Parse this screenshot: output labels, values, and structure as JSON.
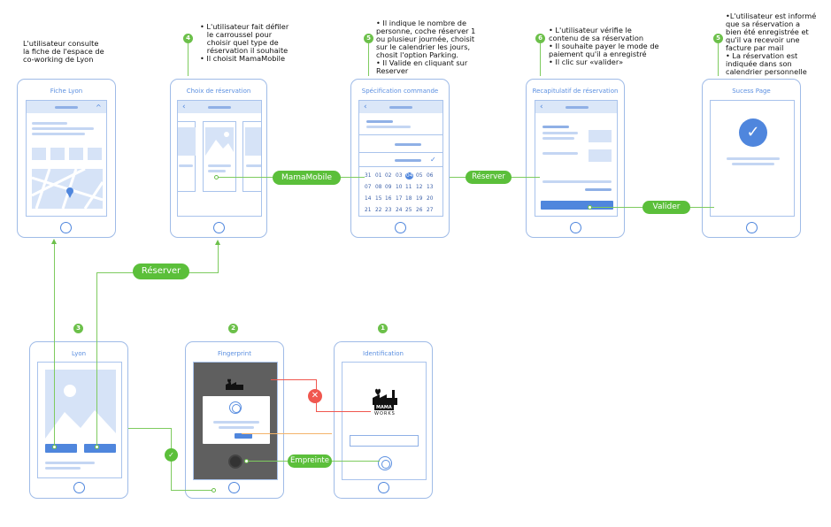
{
  "notes": {
    "n1": "L'utilisateur consulte\nla fiche de l'espace de\nco-working de Lyon",
    "n4": "• L'utilisateur fait défiler\n   le carroussel pour\n   choisir quel type de\n   réservation il souhaite\n• Il choisit MamaMobile",
    "n5a": "• Il indique le nombre de\npersonne, coche réserver 1\nou plusieur journée, choisit\nsur le calendrier les jours,\nchosit l'option Parking.\n• Il Valide en cliquant sur\nReserver",
    "n6": "• L'utilisateur vérifie le\ncontenu de sa réservation\n• Il souhaite payer le mode de\npaiement qu'il a enregistré\n• Il clic sur «valider»",
    "n5b": "•L'utilisateur est informé\nque sa réservation a\nbien été enregistrée et\nqu'il va recevoir une\nfacture par mail\n• La réservation est\nindiquée dans son\ncalendrier personnelle"
  },
  "steps": {
    "s1": "1",
    "s2": "2",
    "s3": "3",
    "s4": "4",
    "s5a": "5",
    "s6": "6",
    "s5b": "5"
  },
  "screens": {
    "fiche": "Fiche Lyon",
    "choix": "Choix de réservation",
    "spec": "Spécification commande",
    "recap": "Recapitulatif de réservation",
    "success": "Sucess Page",
    "lyon": "Lyon",
    "finger": "Fingerprint",
    "ident": "Identification"
  },
  "pills": {
    "mamamobile": "MamaMobile",
    "reserver1": "Réserver",
    "valider": "Valider",
    "reserver2": "Réserver",
    "empreinte": "Empreinte"
  },
  "calendar": [
    [
      "31",
      "01",
      "02",
      "03",
      "04",
      "05",
      "06"
    ],
    [
      "07",
      "08",
      "09",
      "10",
      "11",
      "12",
      "13"
    ],
    [
      "14",
      "15",
      "16",
      "17",
      "18",
      "19",
      "20"
    ],
    [
      "21",
      "22",
      "23",
      "24",
      "25",
      "26",
      "27"
    ]
  ],
  "logo": {
    "line1": "MAMA",
    "line2": "WORKS"
  },
  "colors": {
    "accent": "#4f86dd",
    "green": "#5bbf3a",
    "red": "#f0574f"
  }
}
